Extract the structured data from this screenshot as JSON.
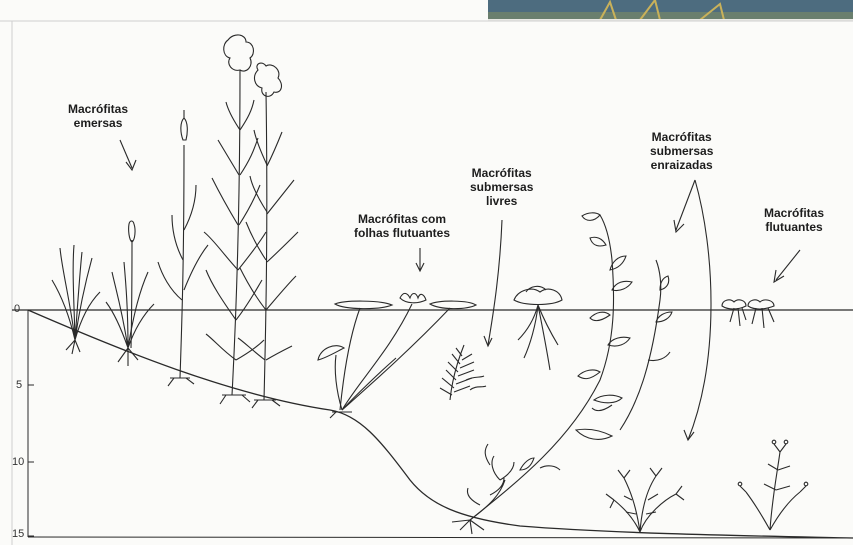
{
  "labels": {
    "emersas": "Macrófitas\nemersas",
    "folhas_flutuantes": "Macrófitas com\nfolhas flutuantes",
    "submersas_livres": "Macrófitas\nsubmersas\nlivres",
    "submersas_enraizadas": "Macrófitas\nsubmersas\nenraizadas",
    "flutuantes": "Macrófitas\nflutuantes"
  },
  "depth_ticks": [
    "0",
    "5",
    "10",
    "15"
  ],
  "colors": {
    "ink": "#2a2a2a",
    "paper": "#fbfbf9",
    "photo_water": "#4a6a7e",
    "photo_grass": "#c9b15a"
  }
}
